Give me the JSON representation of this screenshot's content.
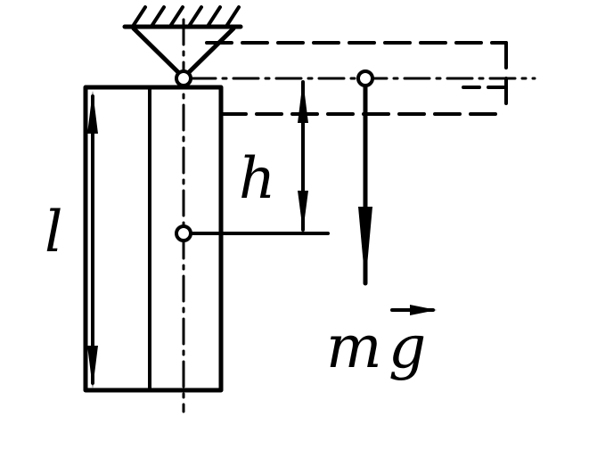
{
  "diagram": {
    "labels": {
      "length": "l",
      "height": "h",
      "gravity_m": "m",
      "gravity_g": "g"
    }
  }
}
